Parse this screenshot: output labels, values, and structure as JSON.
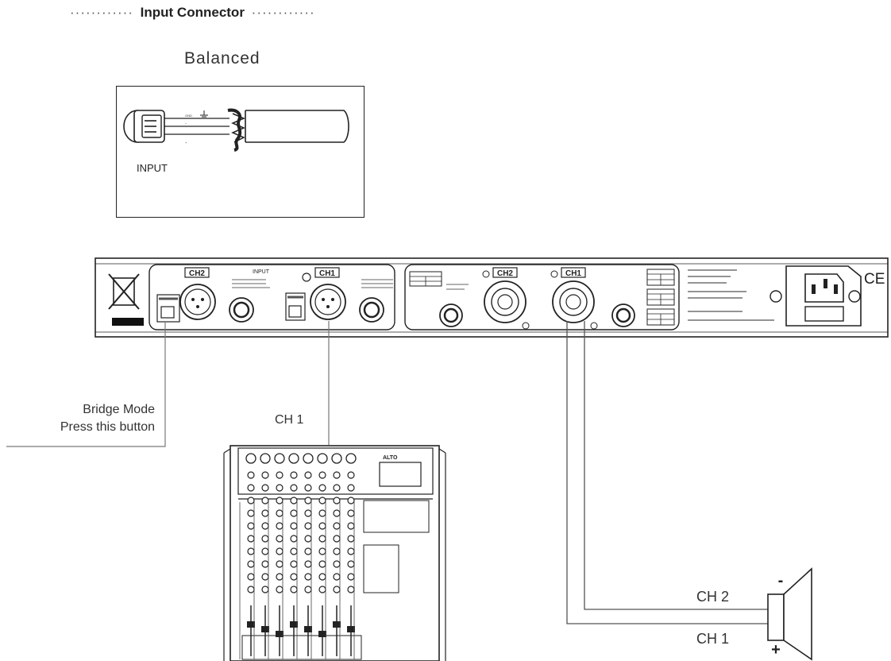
{
  "header": {
    "dashes_left": "············",
    "title": "Input Connector",
    "dashes_right": "············"
  },
  "balanced": {
    "heading": "Balanced",
    "connector_label": "INPUT",
    "gnd_label": "GND"
  },
  "amplifier": {
    "ch2_label": "CH2",
    "ch1_label": "CH1",
    "input_label": "INPUT",
    "ce_mark": "CE"
  },
  "annotations": {
    "bridge_line1": "Bridge Mode",
    "bridge_line2": "Press this button",
    "mixer_ch1": "CH 1",
    "speaker_ch2": "CH 2",
    "speaker_ch1": "CH 1",
    "minus_sign": "-",
    "plus_sign": "+"
  }
}
